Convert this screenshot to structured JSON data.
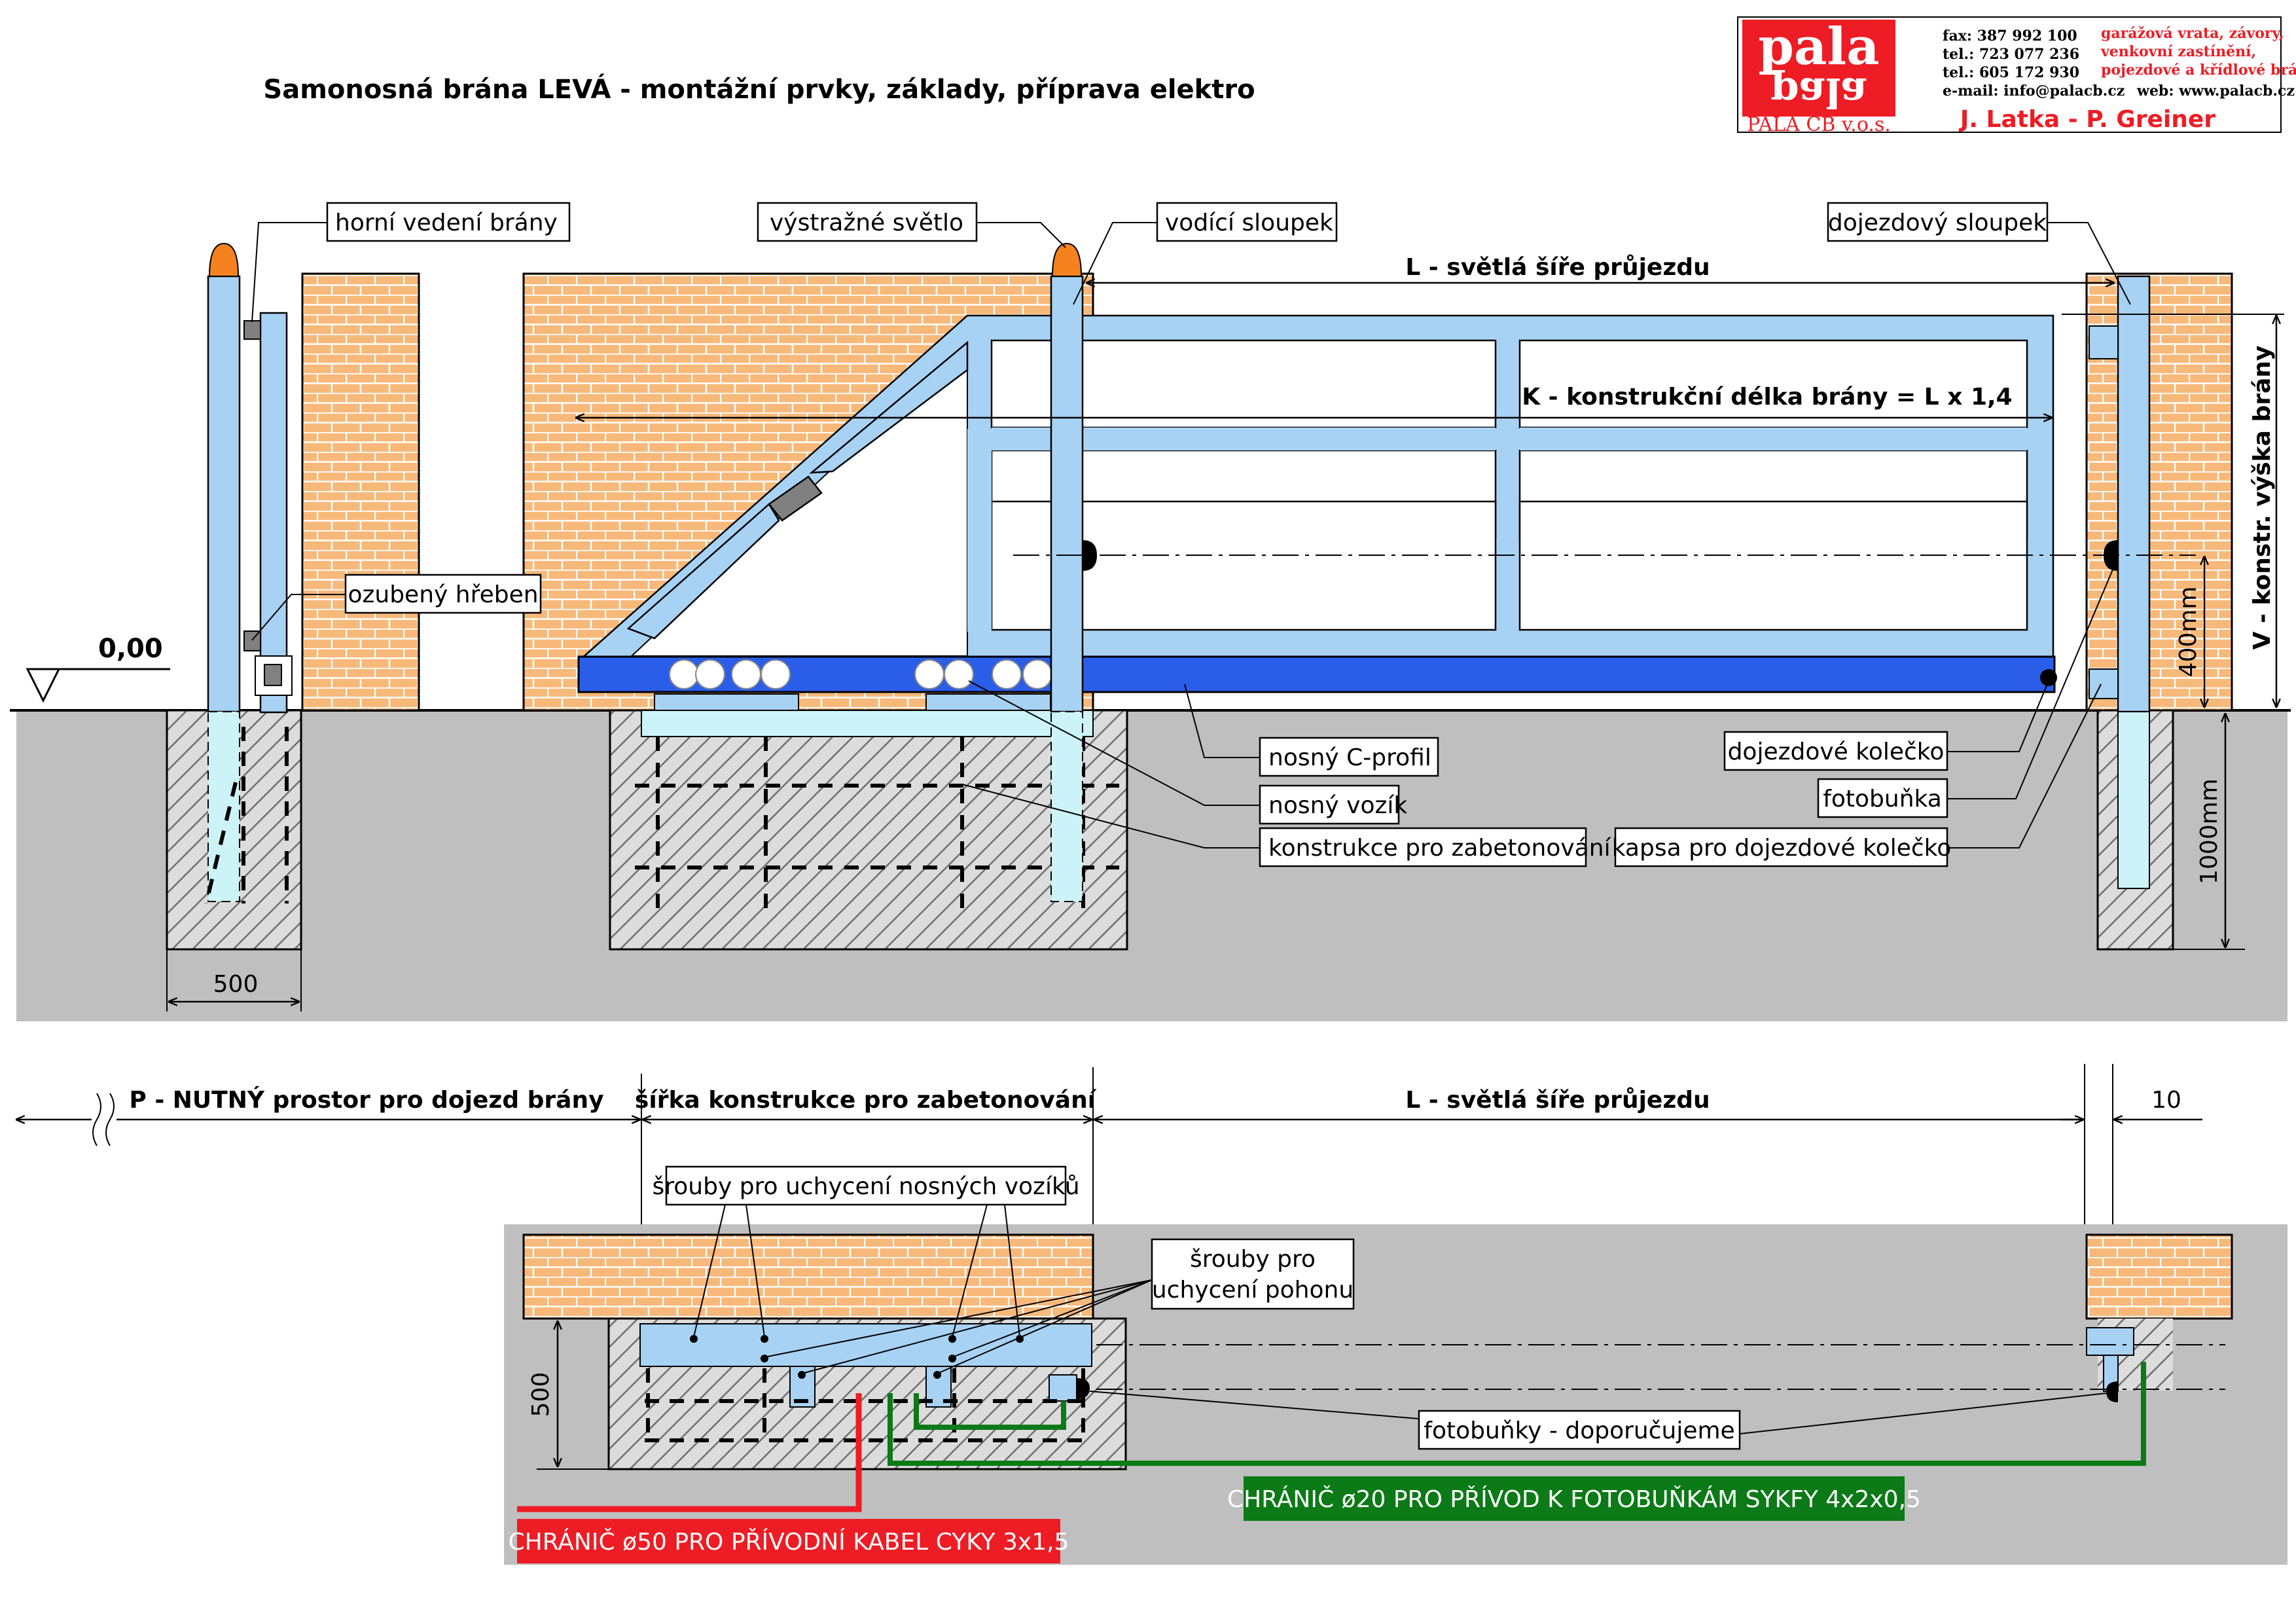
{
  "title": "Samonosná brána LEVÁ - montážní prvky, základy, příprava elektro",
  "company": {
    "logo_top": "pala",
    "logo_bottom": "pala",
    "firm": "PALA CB  v.o.s.",
    "fax": "fax: 387 992 100",
    "tel1": "tel.: 723 077 236",
    "tel2": "tel.: 605 172 930",
    "email": "e-mail: info@palacb.cz",
    "web": "web: www.palacb.cz",
    "products": [
      "garážová vrata, závory,",
      "venkovní zastínění,",
      "pojezdové a křídlové brány"
    ],
    "owners": "J. Latka - P. Greiner"
  },
  "elevation": {
    "level": "0,00",
    "labels": {
      "upper_guide": "horní vedení brány",
      "warning_light": "výstražné světlo",
      "guide_post": "vodící sloupek",
      "end_post": "dojezdový sloupek",
      "rack": "ozubený hřeben",
      "c_profile": "nosný C-profil",
      "carriage": "nosný vozík",
      "concrete_structure": "konstrukce pro zabetonování",
      "end_wheel": "dojezdové kolečko",
      "photocell": "fotobuňka",
      "wheel_pocket": "kapsa pro dojezdové kolečko"
    },
    "dims": {
      "L": "L - světlá šíře průjezdu",
      "K": "K - konstrukční délka brány = L x 1,4",
      "V": "V - konstr. výška brány",
      "d400": "400mm",
      "d1000": "1000mm",
      "d500": "500"
    }
  },
  "plan": {
    "dims": {
      "P": "P - NUTNÝ prostor pro dojezd brány",
      "width": "šířka konstrukce pro zabetonování",
      "L": "L - světlá šíře průjezdu",
      "d10": "10",
      "d500": "500"
    },
    "labels": {
      "bolts_carriage": "šrouby pro uchycení nosných vozíků",
      "bolts_drive_1": "šrouby pro",
      "bolts_drive_2": "uchycení pohonu",
      "photocells": "fotobuňky - doporučujeme"
    },
    "conduit_red": "CHRÁNIČ ø50 PRO PŘÍVODNÍ KABEL CYKY 3x1,5",
    "conduit_green": "CHRÁNIČ ø20 PRO PŘÍVOD K FOTOBUŇKÁM  SYKFY 4x2x0,5"
  },
  "colors": {
    "brick": "#f7b97a",
    "steel": "#a8d2f4",
    "profile": "#2b5ee8",
    "ground": "#bfbfbf",
    "concrete": "#dcdcdc",
    "red": "#ee1c24",
    "green": "#0c7a17",
    "lamp": "#f5821f"
  }
}
